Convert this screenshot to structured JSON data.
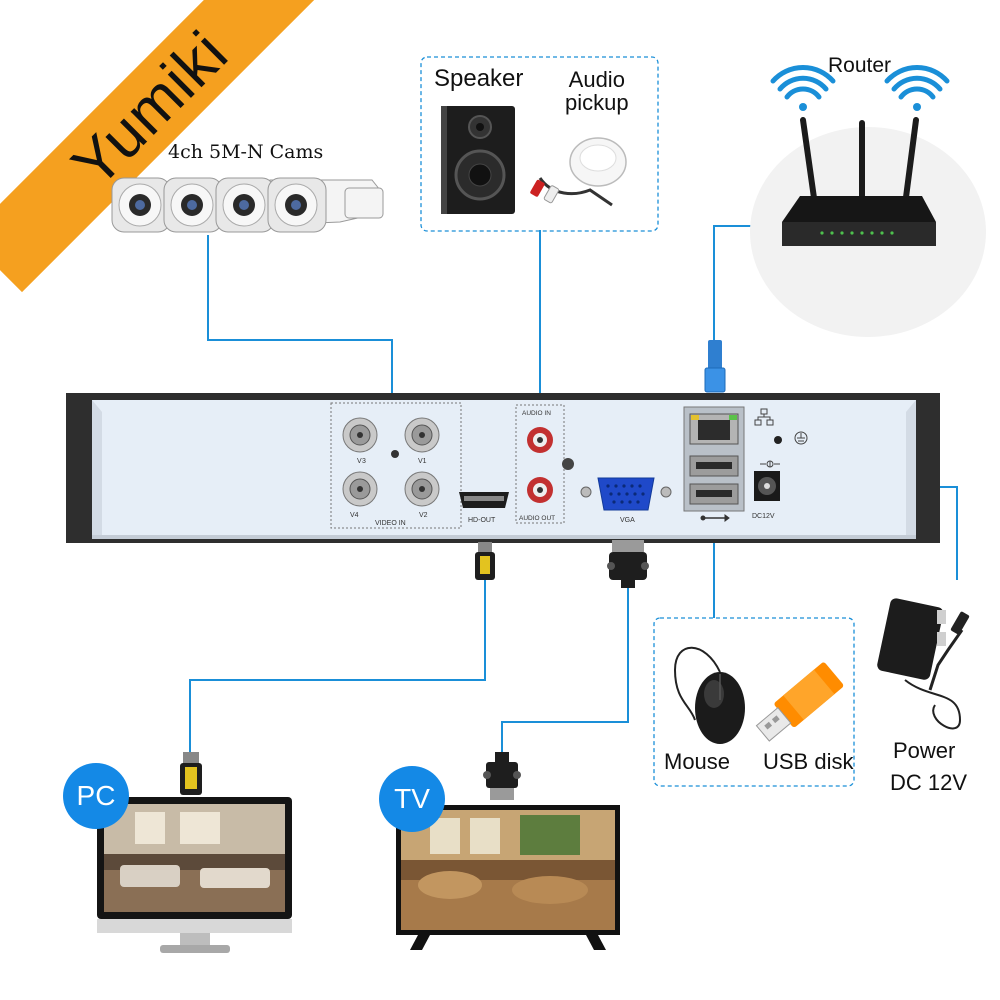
{
  "brand": "Yumiki",
  "labels": {
    "cameras": "4ch 5M-N Cams",
    "speaker": "Speaker",
    "audio_pickup_line1": "Audio",
    "audio_pickup_line2": "pickup",
    "router": "Router",
    "mouse": "Mouse",
    "usb_disk": "USB disk",
    "power_line1": "Power",
    "power_line2": "DC 12V"
  },
  "badges": {
    "pc": "PC",
    "tv": "TV"
  },
  "panel": {
    "v3": "V3",
    "v1": "V1",
    "v4": "V4",
    "v2": "V2",
    "video_in": "VIDEO IN",
    "hd_out": "HD-OUT",
    "audio_in": "AUDIO IN",
    "audio_out": "AUDIO OUT",
    "vga": "VGA",
    "dc12v": "DC12V"
  },
  "colors": {
    "connector_line": "#1a8fd8",
    "brand_band": "#f5a01f",
    "badge": "#1489e6",
    "panel_face": "#e6eef7",
    "panel_frame": "#2e2e2e"
  },
  "icons": [
    "bullet-camera-icon",
    "speaker-icon",
    "microphone-icon",
    "router-icon",
    "wifi-icon",
    "mouse-icon",
    "usb-disk-icon",
    "power-adapter-icon",
    "monitor-icon",
    "tv-icon",
    "hdmi-plug-icon",
    "vga-plug-icon",
    "ethernet-plug-icon"
  ]
}
